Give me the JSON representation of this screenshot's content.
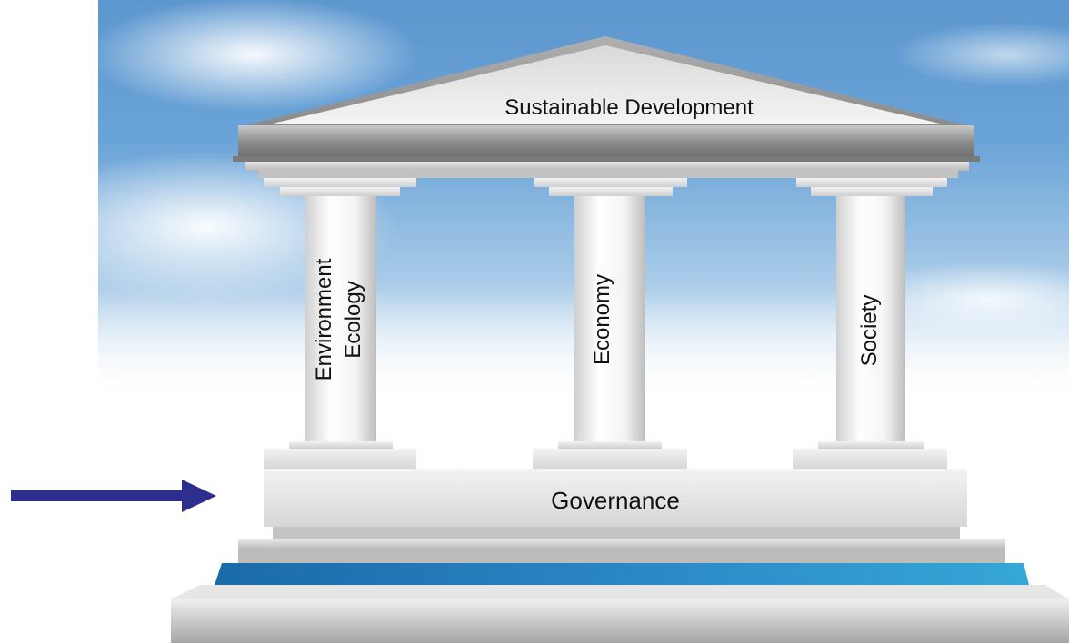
{
  "roof": {
    "title": "Sustainable Development"
  },
  "pillars": [
    {
      "line1": "Environment",
      "line2": "Ecology"
    },
    {
      "line1": "Economy"
    },
    {
      "line1": "Society"
    }
  ],
  "base": {
    "label": "Governance"
  },
  "colors": {
    "arrow": "#2e2e8f",
    "accent_step": "#1f7ab8"
  }
}
